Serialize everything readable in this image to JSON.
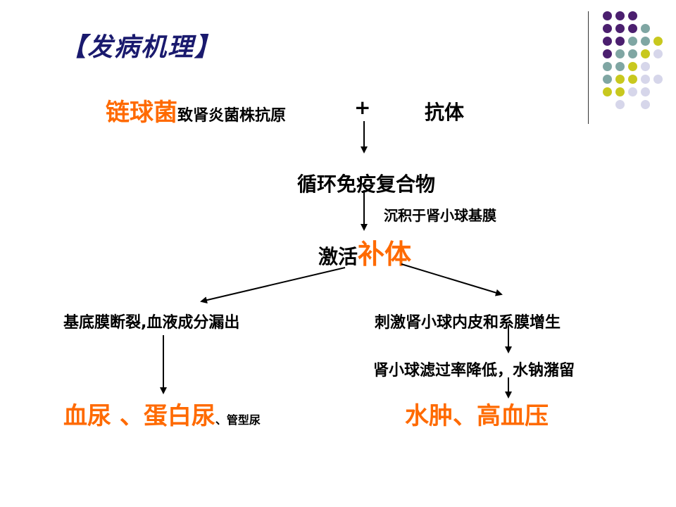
{
  "title": "【发病机理】",
  "row1": {
    "bacteria": "链球菌",
    "strain_antigen": "致肾炎菌株抗原",
    "plus": "+",
    "antibody": "抗体"
  },
  "immune_complex": "循环免疫复合物",
  "deposit": "沉积于肾小球基膜",
  "activate": {
    "prefix": "激活",
    "complement": "补体"
  },
  "left_branch": {
    "cause": "基底膜断裂,血液成分漏出",
    "result_main": "血尿 、蛋白尿",
    "result_sep": "、",
    "result_small": "管型尿"
  },
  "right_branch": {
    "cause": "刺激肾小球内皮和系膜增生",
    "mid": "肾小球滤过率降低，水钠潴留",
    "result": "水肿、高血压"
  },
  "colors": {
    "accent": "#ff6a00",
    "title": "#1a1a6e",
    "dot_purple": "#4b1f6f",
    "dot_teal": "#7fa6a3",
    "dot_yellow": "#c8c81e",
    "dot_lavender": "#d6d6ea"
  },
  "decoration": {
    "dot_grid": [
      [
        "purple",
        "purple",
        "purple",
        "",
        ""
      ],
      [
        "purple",
        "purple",
        "purple",
        "teal",
        ""
      ],
      [
        "purple",
        "purple",
        "teal",
        "teal",
        "yellow"
      ],
      [
        "purple",
        "teal",
        "teal",
        "yellow",
        "lavender"
      ],
      [
        "teal",
        "teal",
        "yellow",
        "lavender",
        ""
      ],
      [
        "teal",
        "yellow",
        "yellow",
        "lavender",
        "lavender"
      ],
      [
        "yellow",
        "yellow",
        "lavender",
        "lavender",
        ""
      ],
      [
        "",
        "lavender",
        "",
        "lavender",
        ""
      ]
    ]
  }
}
